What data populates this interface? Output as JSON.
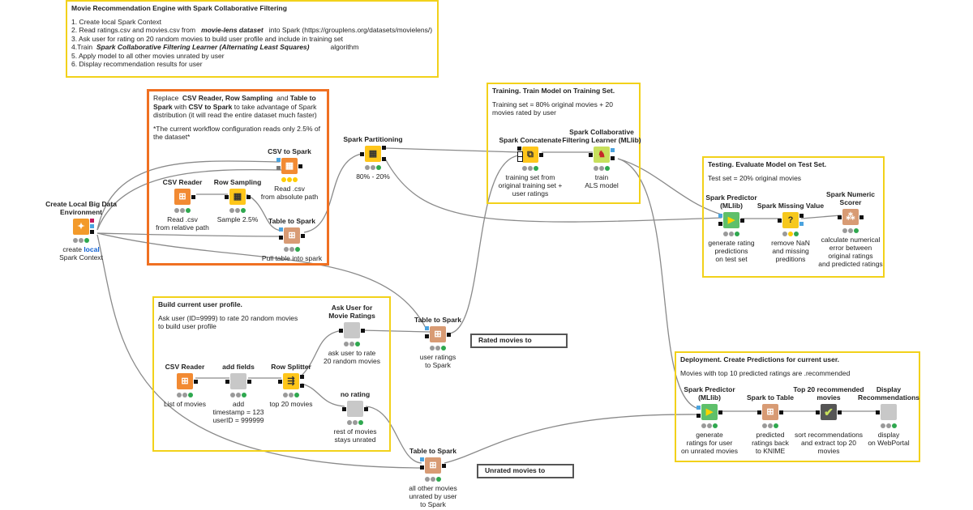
{
  "intro": {
    "title": "Movie Recommendation Engine with Spark Collaborative Filtering",
    "line1": "1. Create local Spark Context",
    "line2_a": "2. Read ratings.csv and movies.csv from",
    "line2_b": "movie-lens dataset",
    "line2_c": "into Spark (https://grouplens.org/datasets/movielens/)",
    "line3": "3. Ask user for rating on 20 random movies to build user profile and include in training set",
    "line4_a": "4.Train",
    "line4_b": "Spark Collaborative Filtering Learner (Alternating Least Squares)",
    "line4_c": "algorithm",
    "line5": "5. Apply model to all other movies unrated by user",
    "line6": "6. Display recommendation results for user"
  },
  "replace_note": {
    "t1": "Replace",
    "t2": "CSV Reader, Row Sampling",
    "t3": "and",
    "t4": "Table to Spark",
    "t5": "with",
    "t6": "CSV to Spark",
    "t7": "to take advantage of Spark distribution (it will read the entire dataset much faster)",
    "t8": "*The current workflow configuration reads only 2.5% of the dataset*"
  },
  "training_note": {
    "title": "Training. Train Model on Training Set.",
    "text": "Training set = 80% original movies + 20 movies rated by user"
  },
  "testing_note": {
    "title": "Testing. Evaluate Model on Test Set.",
    "text": "Test set = 20% original movies"
  },
  "profile_note": {
    "title": "Build current user profile.",
    "text": "Ask user (ID=9999) to rate 20 random movies to build user profile"
  },
  "deploy_note": {
    "title": "Deployment. Create Predictions for current user.",
    "text": "Movies with top 10 predicted ratings are .recommended"
  },
  "labels": {
    "rated": "Rated movies to",
    "unrated": "Unrated movies to"
  },
  "nodes": {
    "local_env": {
      "title": "Create Local Big Data Environment",
      "sub_a": "create",
      "sub_b": "local",
      "sub_c": "Spark Context"
    },
    "csv_to_spark": {
      "title": "CSV to Spark",
      "sub": "Read .csv\nfrom absolute path"
    },
    "csv_reader1": {
      "title": "CSV Reader",
      "sub": "Read .csv\nfrom relative path"
    },
    "row_sampling": {
      "title": "Row Sampling",
      "sub": "Sample 2.5%"
    },
    "table_to_spark1": {
      "title": "Table to Spark",
      "sub": "Pull table into spark"
    },
    "spark_partitioning": {
      "title": "Spark Partitioning",
      "sub": "80% - 20%"
    },
    "spark_concatenate": {
      "title": "Spark Concatenate",
      "sub": "training set from\noriginal training set +\nuser ratings"
    },
    "cf_learner": {
      "title": "Spark Collaborative\nFiltering Learner (MLlib)",
      "sub": "train\nALS model"
    },
    "predictor1": {
      "title": "Spark Predictor\n(MLlib)",
      "sub": "generate rating\npredictions\non test set"
    },
    "missing_value": {
      "title": "Spark Missing Value",
      "sub": "remove NaN\nand missing\npreditions"
    },
    "numeric_scorer": {
      "title": "Spark Numeric\nScorer",
      "sub": "calculate numerical\nerror between\noriginal ratings\nand predicted ratings"
    },
    "ask_user": {
      "title": "Ask User for\nMovie Ratings",
      "sub": "ask user to rate\n20 random movies"
    },
    "table_to_spark2": {
      "title": "Table to Spark",
      "sub": "user ratings\nto Spark"
    },
    "csv_reader2": {
      "title": "CSV Reader",
      "sub": "List of movies"
    },
    "add_fields": {
      "title": "add fields",
      "sub": "add\ntimestamp = 123\nuserID = 999999"
    },
    "row_splitter": {
      "title": "Row Splitter",
      "sub": "top 20 movies"
    },
    "no_rating": {
      "title": "no rating",
      "sub": "rest of movies\nstays unrated"
    },
    "table_to_spark3": {
      "title": "Table to Spark",
      "sub": "all other movies\nunrated by user\nto Spark"
    },
    "predictor2": {
      "title": "Spark Predictor\n(MLlib)",
      "sub": "generate\nratings for user\non unrated movies"
    },
    "spark_to_table": {
      "title": "Spark to Table",
      "sub": "predicted\nratings back\nto KNIME"
    },
    "top20": {
      "title": "Top 20 recommended\nmovies",
      "sub": "sort recommendations\nand extract top 20\nmovies"
    },
    "display": {
      "title": "Display\nRecommendations",
      "sub": "display\non WebPortal"
    }
  },
  "colors": {
    "annotation_yellow": "#f2d11a",
    "annotation_orange": "#f07022",
    "wire": "#8a8a8a",
    "status_green": "#2fa84f"
  }
}
